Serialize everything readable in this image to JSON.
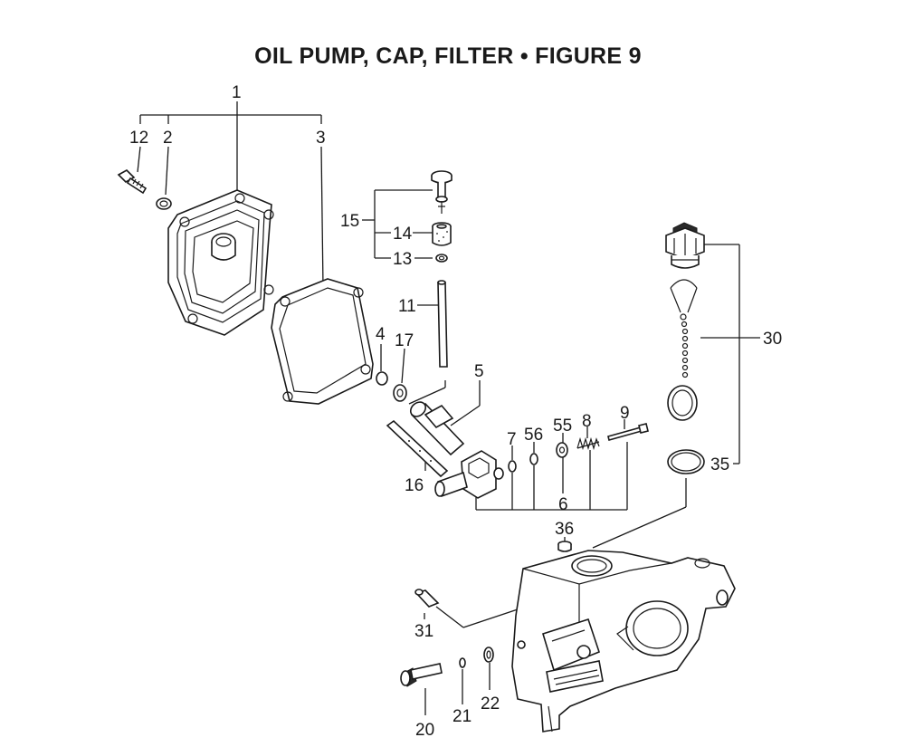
{
  "title": "OIL PUMP, CAP, FILTER  •  FIGURE 9",
  "callouts": {
    "c1": "1",
    "c2": "2",
    "c3": "3",
    "c4": "4",
    "c5": "5",
    "c6": "6",
    "c7": "7",
    "c8": "8",
    "c9": "9",
    "c11": "11",
    "c12": "12",
    "c13": "13",
    "c14": "14",
    "c15": "15",
    "c16": "16",
    "c17": "17",
    "c20": "20",
    "c21": "21",
    "c22": "22",
    "c30": "30",
    "c31": "31",
    "c35": "35",
    "c36": "36",
    "c55": "55",
    "c56": "56"
  }
}
